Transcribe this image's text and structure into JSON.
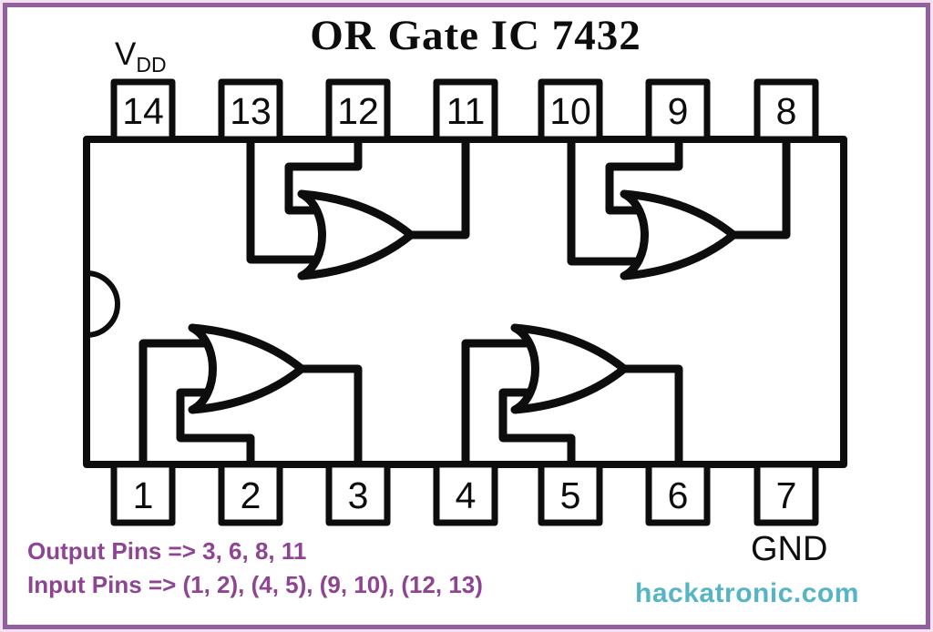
{
  "title": "OR Gate IC 7432",
  "power_labels": {
    "vdd_main": "V",
    "vdd_sub": "DD",
    "gnd": "GND"
  },
  "pins": {
    "top": [
      "14",
      "13",
      "12",
      "11",
      "10",
      "9",
      "8"
    ],
    "bottom": [
      "1",
      "2",
      "3",
      "4",
      "5",
      "6",
      "7"
    ]
  },
  "gate_map": [
    {
      "gate": "or-gate-1",
      "inputs": "1, 2",
      "output": "3"
    },
    {
      "gate": "or-gate-2",
      "inputs": "4, 5",
      "output": "6"
    },
    {
      "gate": "or-gate-3",
      "inputs": "9, 10",
      "output": "8"
    },
    {
      "gate": "or-gate-4",
      "inputs": "12, 13",
      "output": "11"
    }
  ],
  "notes": {
    "output_pins": "Output Pins => 3, 6, 8, 11",
    "input_pins": "Input Pins => (1, 2), (4, 5), (9, 10), (12, 13)"
  },
  "watermark": "hackatronic.com",
  "colors": {
    "frame_purple": "#92609f",
    "note_purple": "#8e4492",
    "watermark_teal": "#55b5c4",
    "line_black": "#0d0d0d"
  }
}
